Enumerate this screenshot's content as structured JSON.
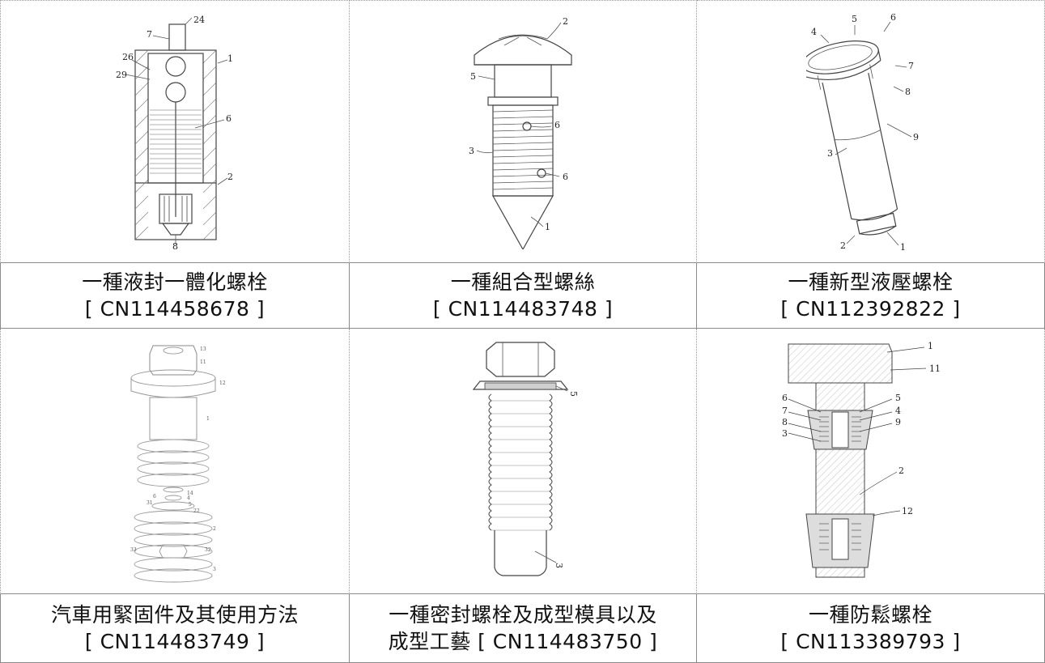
{
  "cards": [
    {
      "title_line1": "一種液封一體化螺栓",
      "title_line2": "[ CN114458678 ]",
      "figure_icon": "bolt-cross-section-drawing",
      "labels": [
        "24",
        "7",
        "26",
        "29",
        "1",
        "6",
        "2",
        "8"
      ]
    },
    {
      "title_line1": "一種組合型螺絲",
      "title_line2": "[ CN114483748 ]",
      "figure_icon": "conical-screw-drawing",
      "labels": [
        "2",
        "5",
        "6",
        "3",
        "6",
        "1"
      ]
    },
    {
      "title_line1": "一種新型液壓螺栓",
      "title_line2": "[ CN112392822 ]",
      "figure_icon": "hydraulic-bolt-drawing",
      "labels": [
        "4",
        "5",
        "6",
        "7",
        "8",
        "9",
        "3",
        "2",
        "1"
      ]
    },
    {
      "title_line1": "汽車用緊固件及其使用方法",
      "title_line2": "[ CN114483749 ]",
      "figure_icon": "automotive-fastener-exploded-drawing",
      "labels": [
        "13",
        "11",
        "12",
        "1",
        "14",
        "6",
        "4",
        "31",
        "5",
        "22",
        "2",
        "33",
        "32",
        "3"
      ]
    },
    {
      "title_line1": "一種密封螺栓及成型模具以及",
      "title_line2": "成型工藝 [ CN114483750 ]",
      "figure_icon": "sealing-bolt-drawing",
      "labels": [
        "5",
        "3"
      ]
    },
    {
      "title_line1": "一種防鬆螺栓",
      "title_line2": "[ CN113389793 ]",
      "figure_icon": "anti-loosening-bolt-drawing",
      "labels": [
        "1",
        "11",
        "6",
        "5",
        "7",
        "4",
        "8",
        "9",
        "3",
        "2",
        "12"
      ]
    }
  ]
}
